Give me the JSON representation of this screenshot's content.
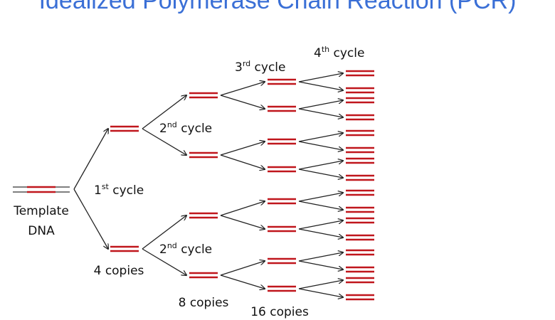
{
  "title": "Idealized Polymerase Chain Reaction (PCR)",
  "labels": {
    "template_line1": "Template",
    "template_line2": "DNA",
    "cycle1_num": "1",
    "cycle1_sup": "st",
    "cycle1_word": " cycle",
    "cycle2_num": "2",
    "cycle2_sup": "nd",
    "cycle2_word": " cycle",
    "cycle3_num": "3",
    "cycle3_sup": "rd",
    "cycle3_word": " cycle",
    "cycle4_num": "4",
    "cycle4_sup": "th",
    "cycle4_word": " cycle",
    "copies_4": "4 copies",
    "copies_8": "8 copies",
    "copies_16": "16 copies"
  },
  "colors": {
    "title": "#3a6fd6",
    "dna_strand": "#c0161c",
    "arrow": "#222222"
  }
}
